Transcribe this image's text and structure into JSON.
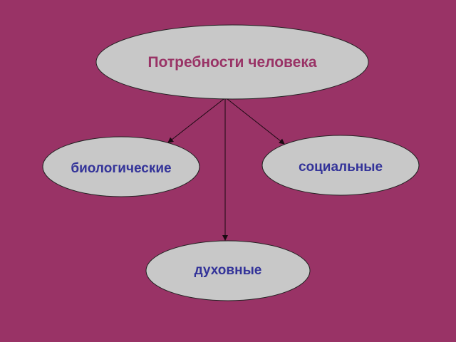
{
  "colors": {
    "background": "#993366",
    "node_fill": "#C8C8C8",
    "root_text": "#993366",
    "child_text": "#333399",
    "edge": "#1a0a12"
  },
  "diagram": {
    "root": {
      "label": "Потребности человека"
    },
    "children": [
      {
        "label": "биологические"
      },
      {
        "label": "социальные"
      },
      {
        "label": "духовные"
      }
    ]
  }
}
